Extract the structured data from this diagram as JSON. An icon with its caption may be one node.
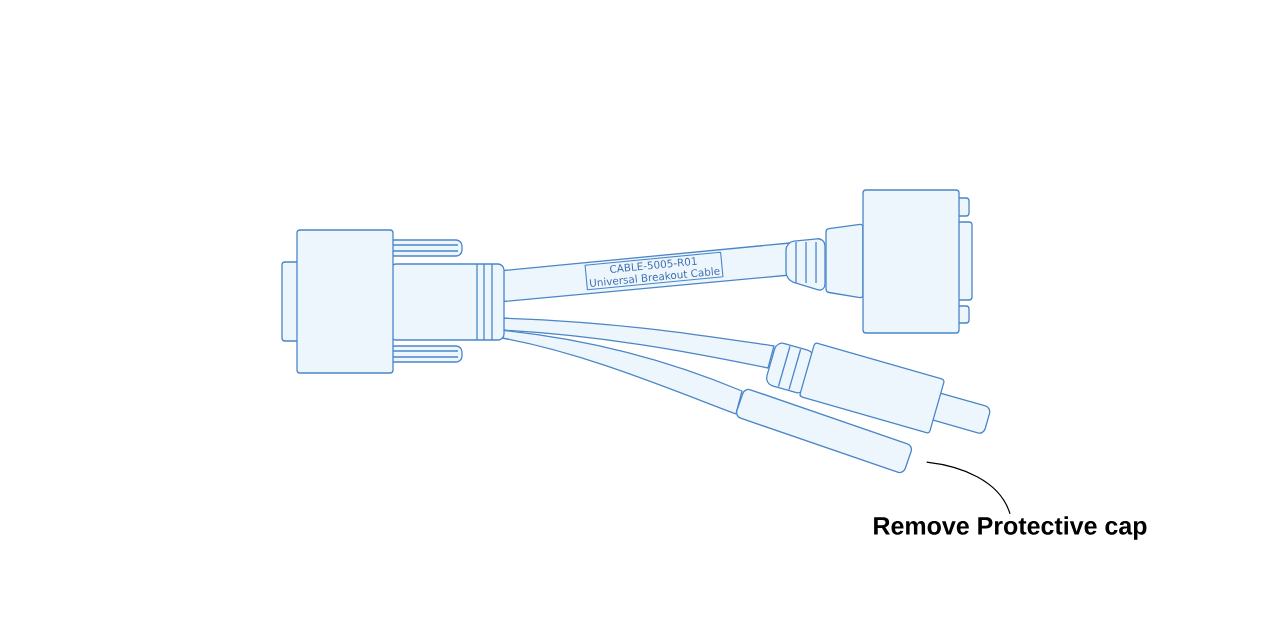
{
  "diagram": {
    "nodes": [
      {
        "text": [
          "CABLE-5005-R01",
          "Universal Breakout Cable"
        ]
      },
      {
        "text": [],
        "shape": "picture"
      },
      {
        "text": [
          "Remove Protective cap"
        ]
      }
    ],
    "edges": [
      {
        "from": 2,
        "to": 1,
        "arrow": "none"
      }
    ]
  }
}
